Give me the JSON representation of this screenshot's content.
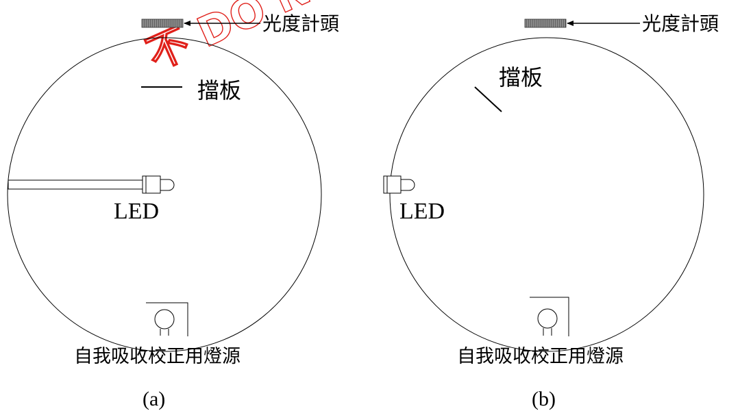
{
  "watermark": {
    "text": "不 DO NOT",
    "color": "#e0201a"
  },
  "panel_a": {
    "caption": "(a)",
    "detector_label": "光度計頭",
    "baffle_label": "擋板",
    "led_label": "LED",
    "lamp_label": "自我吸收校正用燈源"
  },
  "panel_b": {
    "caption": "(b)",
    "detector_label": "光度計頭",
    "baffle_label": "擋板",
    "led_label": "LED",
    "lamp_label": "自我吸收校正用燈源"
  },
  "colors": {
    "line": "#000000",
    "detector_fill": "#6e6e6e"
  }
}
